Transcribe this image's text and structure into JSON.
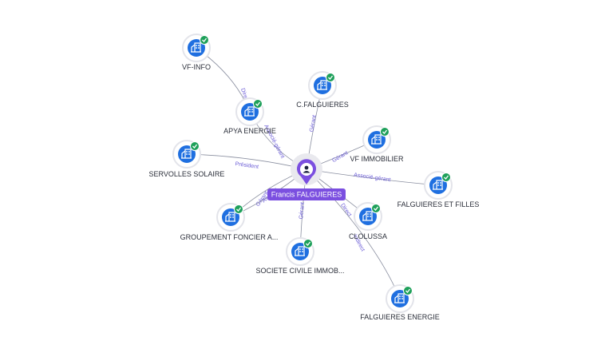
{
  "center": {
    "name": "Francis FALGUIERES",
    "icon": "person-icon",
    "color": "#7b4fe0"
  },
  "colors": {
    "node": "#1f6fe0",
    "check": "#1ea05a",
    "edge": "#8a8fa0",
    "edge_label": "#6a5bd6",
    "arrow": "#6a5bd6"
  },
  "nodes": [
    {
      "id": "vf-info",
      "label": "VF-INFO",
      "icon": "building-icon",
      "status": "check-icon"
    },
    {
      "id": "apya",
      "label": "APYA ENERGIE",
      "icon": "building-icon",
      "status": "check-icon"
    },
    {
      "id": "cfalg",
      "label": "C.FALGUIERES",
      "icon": "building-icon",
      "status": "check-icon"
    },
    {
      "id": "vfimmo",
      "label": "VF IMMOBILIER",
      "icon": "building-icon",
      "status": "check-icon"
    },
    {
      "id": "servolles",
      "label": "SERVOLLES SOLAIRE",
      "icon": "building-icon",
      "status": "check-icon"
    },
    {
      "id": "falgfilles",
      "label": "FALGUIERES ET FILLES",
      "icon": "building-icon",
      "status": "check-icon"
    },
    {
      "id": "gfa",
      "label": "GROUPEMENT FONCIER A...",
      "icon": "building-icon",
      "status": "check-icon"
    },
    {
      "id": "clolussa",
      "label": "CLOLUSSA",
      "icon": "building-icon",
      "status": "check-icon"
    },
    {
      "id": "sci",
      "label": "SOCIETE CIVILE IMMOB...",
      "icon": "building-icon",
      "status": "check-icon"
    },
    {
      "id": "falgenergie",
      "label": "FALGUIERES ENERGIE",
      "icon": "building-icon",
      "status": "check-icon"
    }
  ],
  "edges": [
    {
      "from": "center",
      "to": "apya",
      "label": "Associé-gérant"
    },
    {
      "from": "apya",
      "to": "vf-info",
      "label": "Direct"
    },
    {
      "from": "center",
      "to": "cfalg",
      "label": "Gérant"
    },
    {
      "from": "center",
      "to": "vfimmo",
      "label": "Gérant"
    },
    {
      "from": "center",
      "to": "servolles",
      "label": "Président"
    },
    {
      "from": "center",
      "to": "falgfilles",
      "label": "Associé-gérant"
    },
    {
      "from": "center",
      "to": "gfa",
      "label": "Gérant"
    },
    {
      "from": "center",
      "to": "gfa",
      "label": "Associé"
    },
    {
      "from": "center",
      "to": "clolussa",
      "label": "Direct"
    },
    {
      "from": "center",
      "to": "sci",
      "label": "Gérant"
    },
    {
      "from": "center",
      "to": "falgenergie",
      "label": "Indirect"
    }
  ]
}
